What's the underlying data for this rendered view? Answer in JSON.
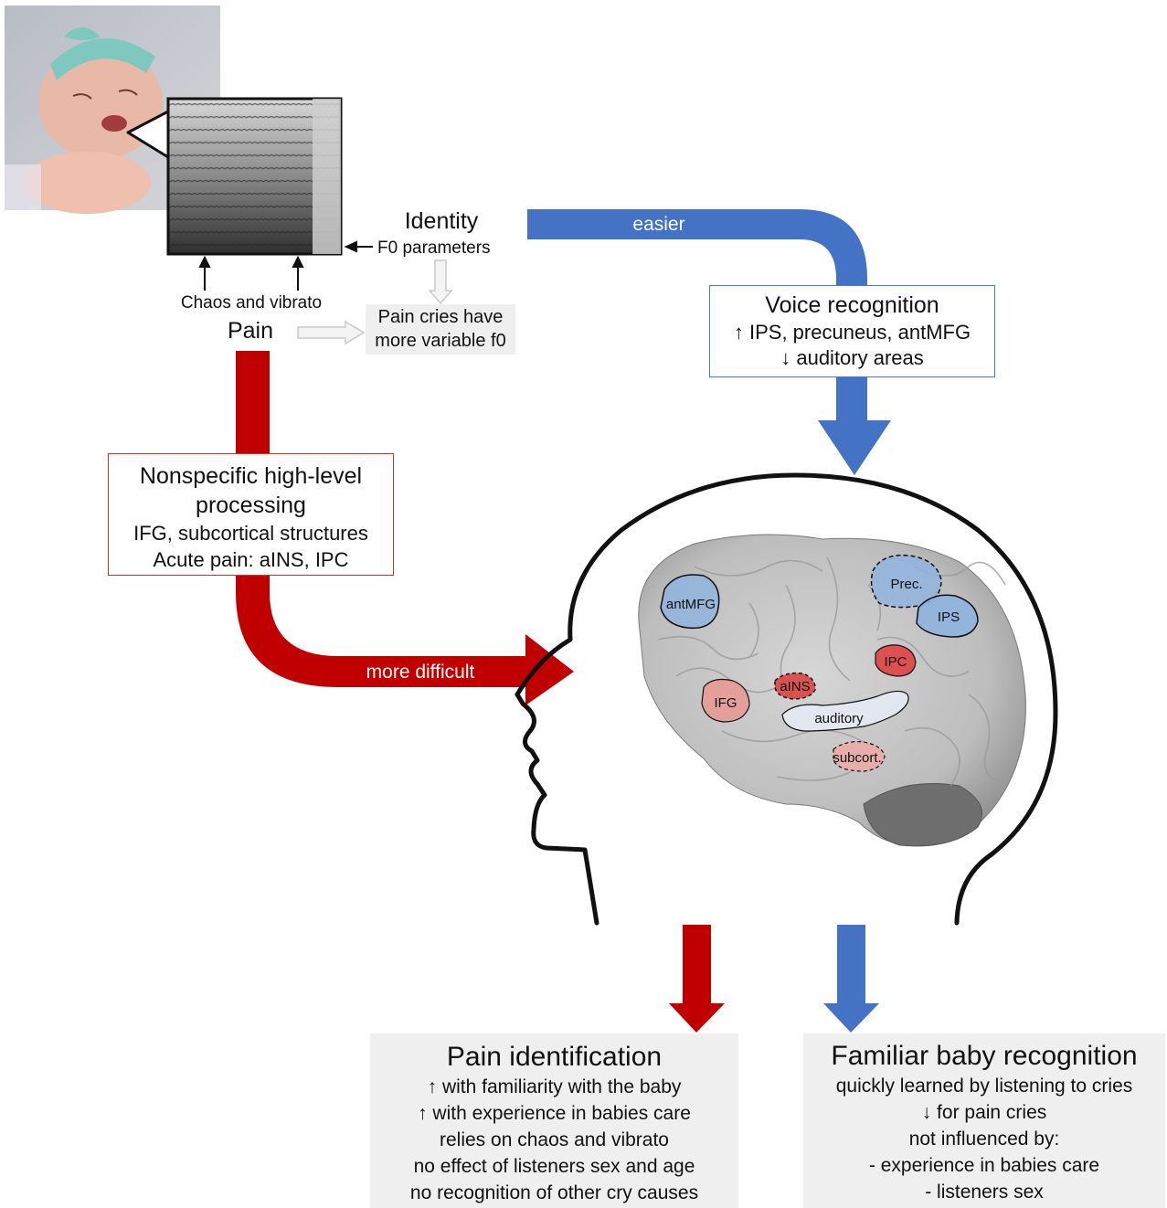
{
  "spectrogram": {
    "identity_label": "Identity",
    "f0_label": "F0 parameters",
    "chaos_label": "Chaos and vibrato",
    "pain_label": "Pain",
    "variable_f0_line1": "Pain cries have",
    "variable_f0_line2": "more variable f0"
  },
  "arrows": {
    "easier_label": "easier",
    "difficult_label": "more difficult",
    "red_color": "#c00000",
    "blue_color": "#4472c4"
  },
  "voice_recognition": {
    "title": "Voice recognition",
    "line1": "↑ IPS, precuneus, antMFG",
    "line2": "↓ auditory areas"
  },
  "nonspecific": {
    "title_line1": "Nonspecific high-level",
    "title_line2": "processing",
    "line1": "IFG, subcortical structures",
    "line2": "Acute pain: aINS, IPC"
  },
  "brain_regions": {
    "antmfg": "antMFG",
    "prec": "Prec.",
    "ips": "IPS",
    "ipc": "IPC",
    "ains": "aINS",
    "ifg": "IFG",
    "auditory": "auditory",
    "subcort": "subcort."
  },
  "pain_identification": {
    "title": "Pain identification",
    "lines": [
      "↑ with familiarity with the baby",
      "↑ with experience in babies care",
      "relies on chaos and vibrato",
      "no effect of listeners sex and age",
      "no recognition of other cry causes"
    ]
  },
  "familiar_recognition": {
    "title": "Familiar baby recognition",
    "lines": [
      "quickly learned by listening to cries",
      "↓ for pain cries",
      "not influenced by:",
      "- experience in babies care",
      "- listeners sex"
    ]
  }
}
